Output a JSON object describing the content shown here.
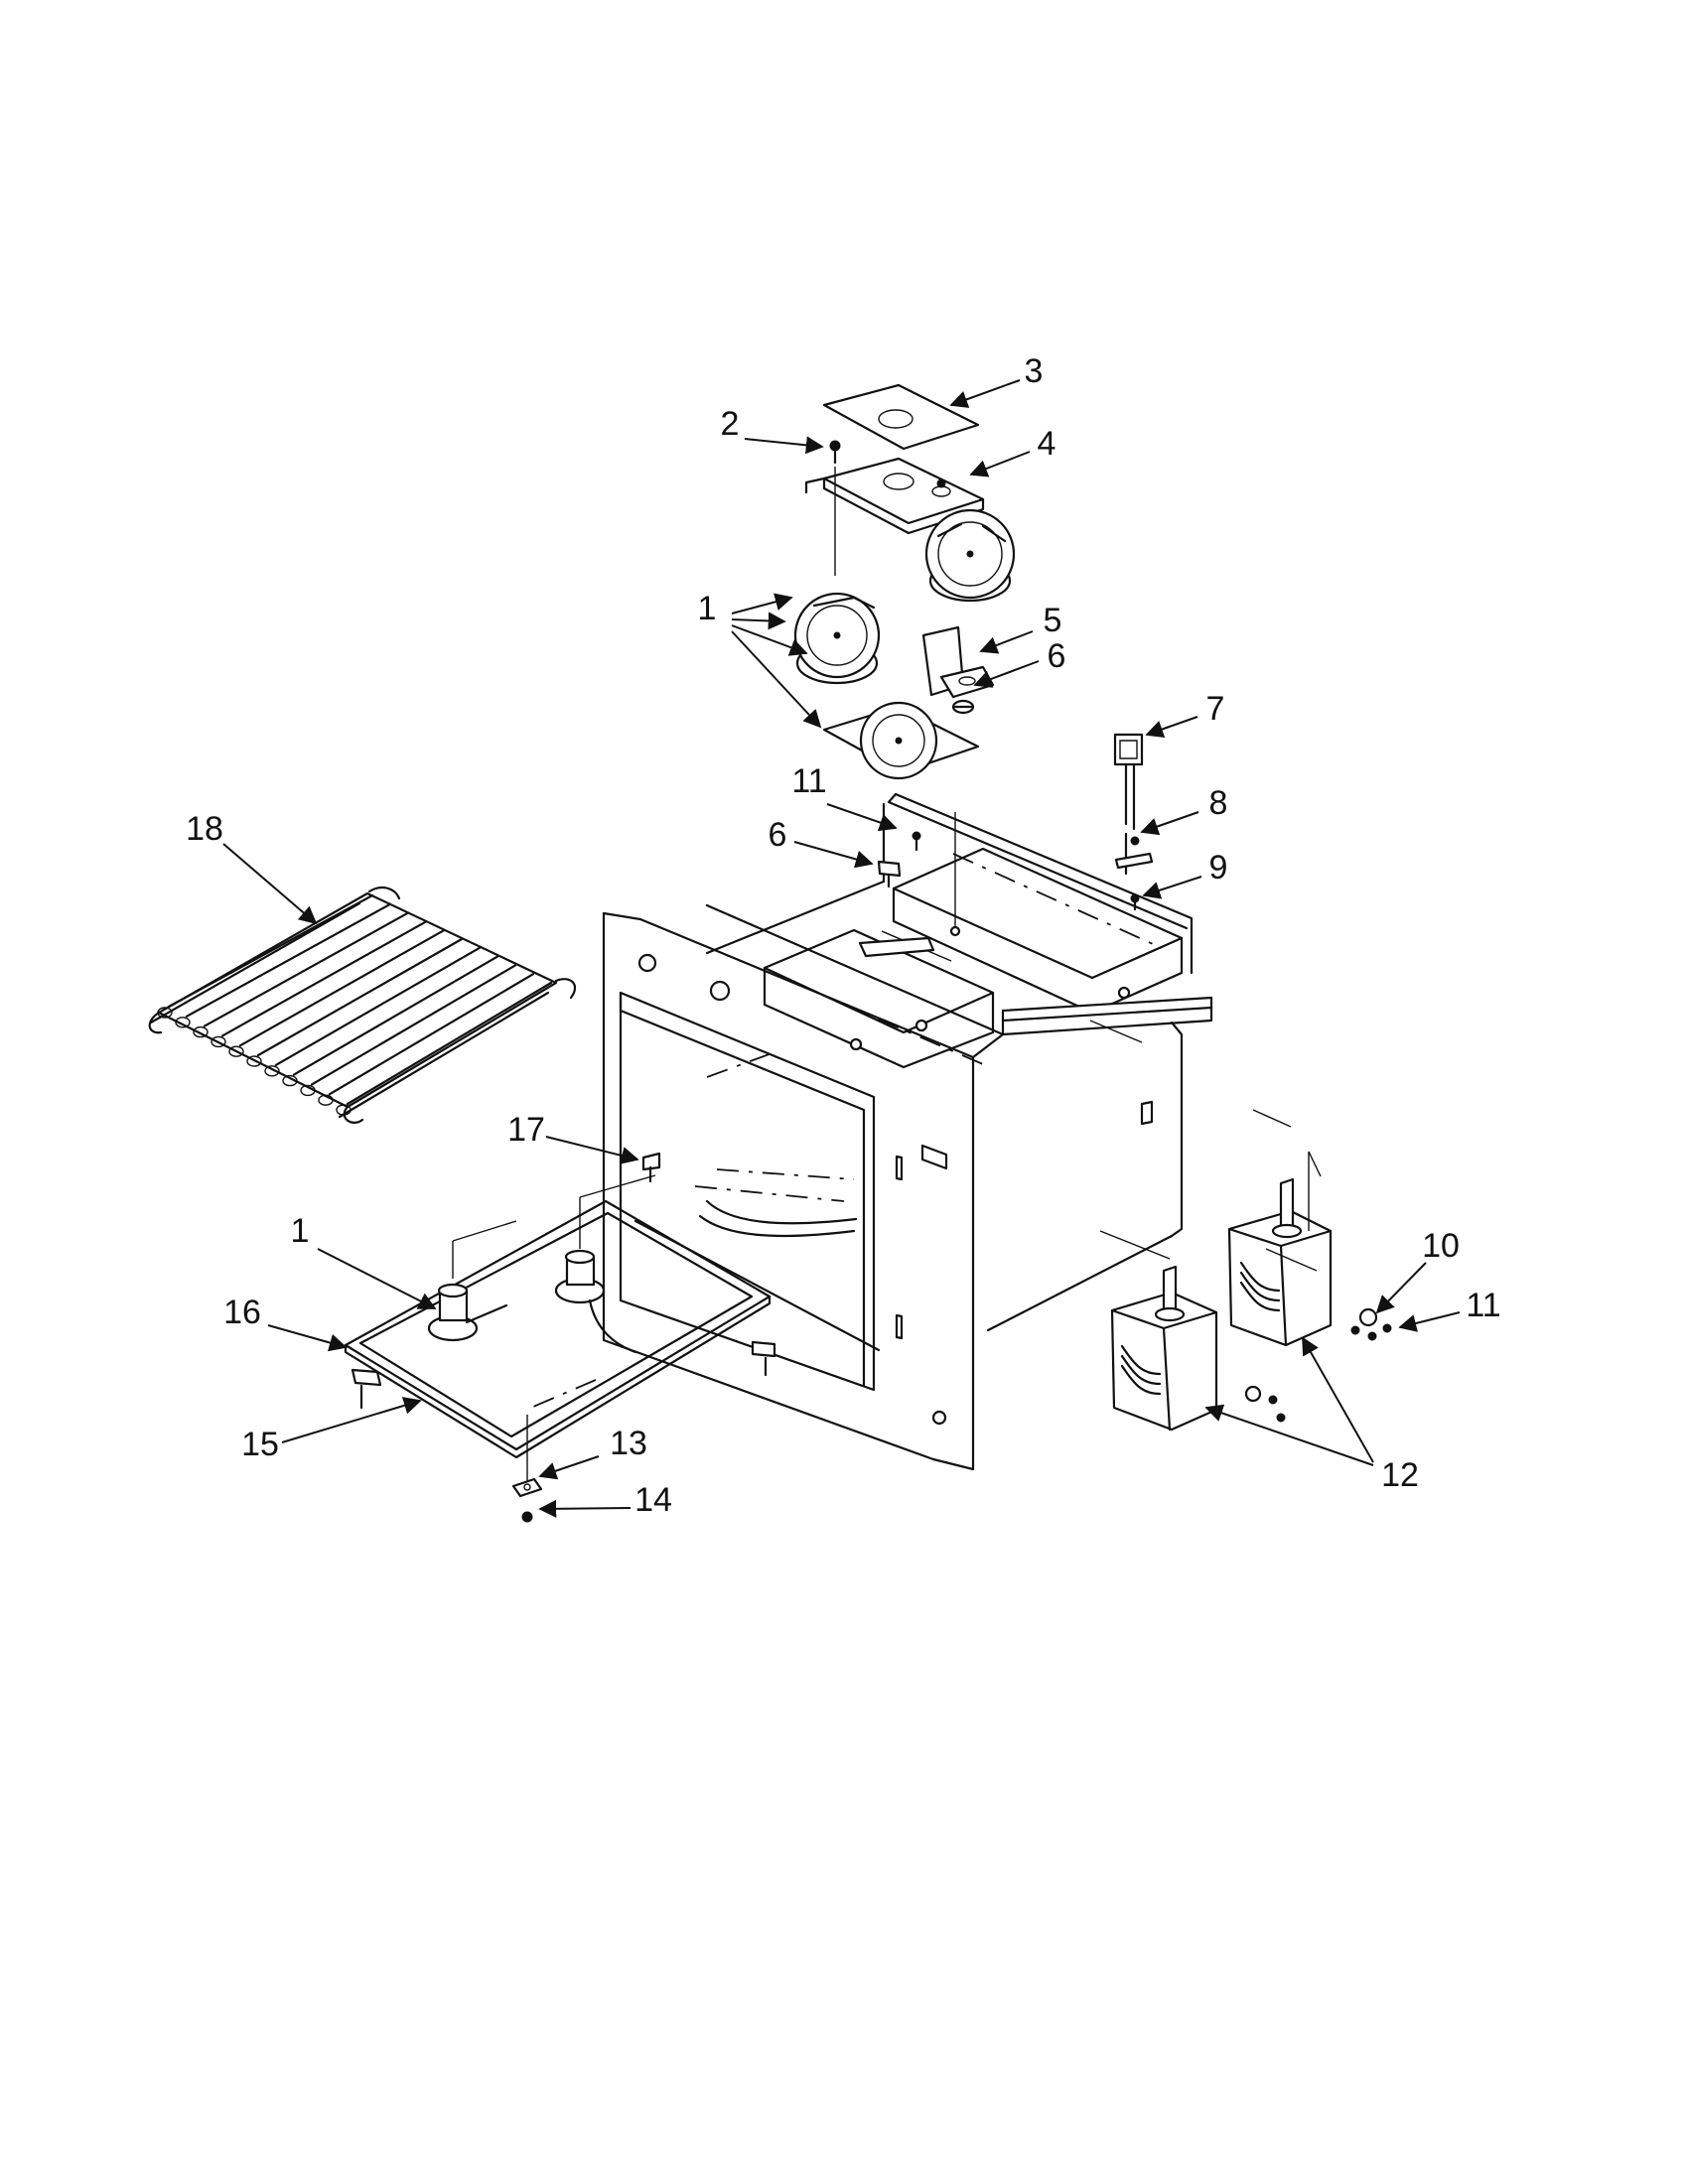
{
  "callouts": [
    "1",
    "2",
    "3",
    "4",
    "5",
    "6",
    "7",
    "8",
    "9",
    "10",
    "11",
    "12",
    "13",
    "14",
    "15",
    "16",
    "17",
    "18"
  ]
}
